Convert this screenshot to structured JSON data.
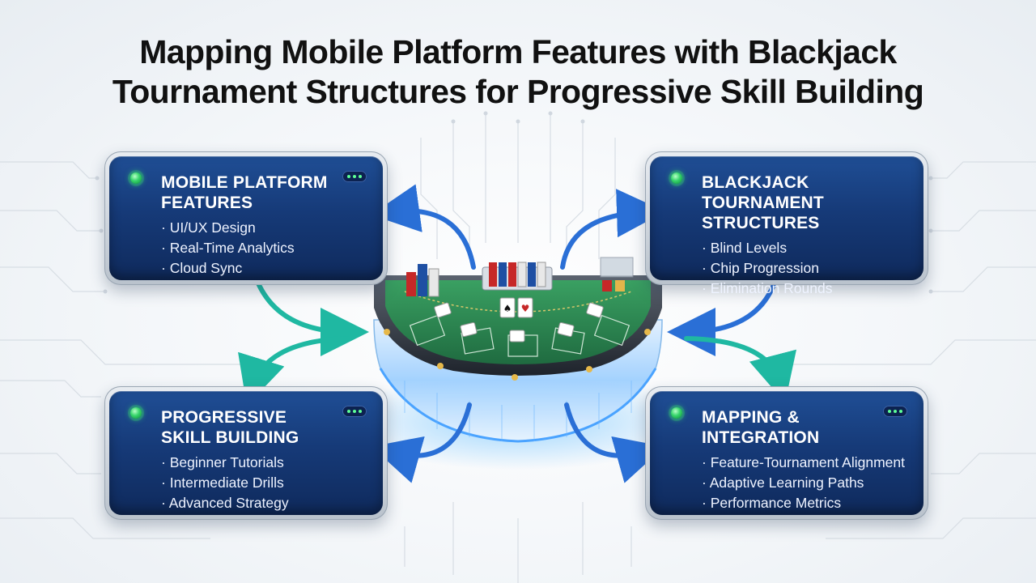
{
  "title": {
    "line1": "Mapping Mobile Platform Features with Blackjack",
    "line2": "Tournament Structures for Progressive Skill Building"
  },
  "cards": {
    "mobile": {
      "title_line1": "MOBILE PLATFORM",
      "title_line2": "FEATURES",
      "items": [
        "UI/UX Design",
        "Real-Time Analytics",
        "Cloud Sync"
      ]
    },
    "tournament": {
      "title_line1": "BLACKJACK TOURNAMENT",
      "title_line2": "STRUCTURES",
      "items": [
        "Blind Levels",
        "Chip Progression",
        "Elimination Rounds"
      ]
    },
    "skill": {
      "title_line1": "PROGRESSIVE",
      "title_line2": "SKILL BUILDING",
      "items": [
        "Beginner Tutorials",
        "Intermediate Drills",
        "Advanced Strategy"
      ]
    },
    "mapping": {
      "title_line1": "MAPPING &",
      "title_line2": "INTEGRATION",
      "items": [
        "Feature-Tournament Alignment",
        "Adaptive Learning Paths",
        "Performance Metrics"
      ]
    }
  },
  "colors": {
    "card_blue": "#163a78",
    "arrow_blue": "#2a6fd6",
    "arrow_teal": "#1fb8a2",
    "felt_green": "#2f8a57",
    "led_green": "#35d46a"
  },
  "icons": {
    "status": "green-led-icon",
    "menu": "ellipsis-menu-icon",
    "center": "blackjack-table-illustration"
  }
}
